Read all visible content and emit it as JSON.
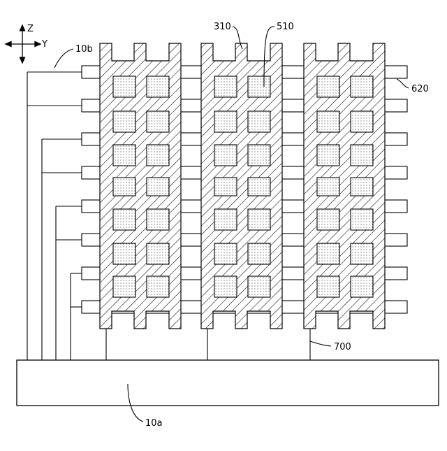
{
  "axes": {
    "z_label": "Z",
    "y_label": "Y"
  },
  "callouts": {
    "label_310": "310",
    "label_510": "510",
    "label_10b": "10b",
    "label_620": "620",
    "label_700": "700",
    "label_10a": "10a"
  },
  "grid": {
    "column_strips": 3,
    "row_strips": 8,
    "cells_per_strip_row": 2,
    "cell_rows": 7
  }
}
